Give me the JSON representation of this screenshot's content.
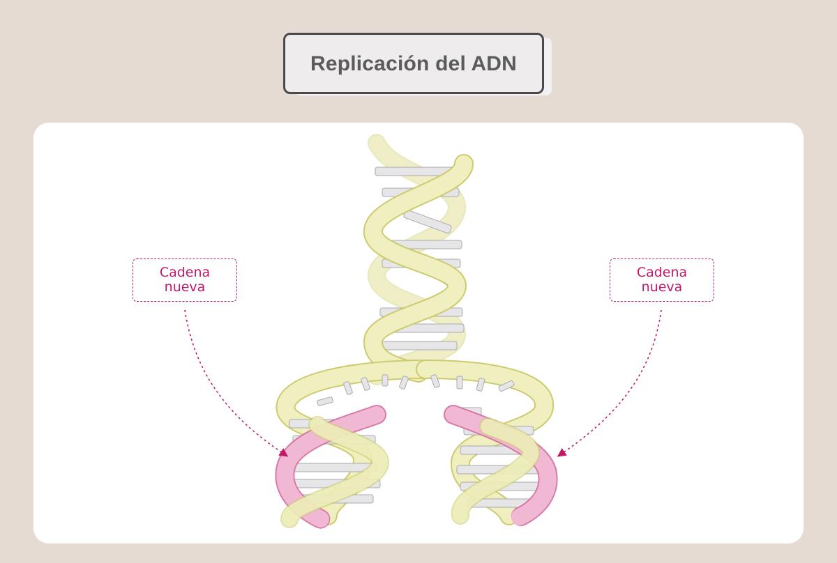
{
  "title": "Replicación del ADN",
  "labels": {
    "left": "Cadena nueva",
    "right": "Cadena nueva"
  },
  "colors": {
    "background": "#e5dbd2",
    "panel": "#ffffff",
    "original_strand": "#ecebb5",
    "original_strand_stroke": "#cccb6d",
    "new_strand": "#f1b8d4",
    "new_strand_stroke": "#d56a9f",
    "base_pairs": "#e3e3e5",
    "accent": "#c0196b"
  }
}
